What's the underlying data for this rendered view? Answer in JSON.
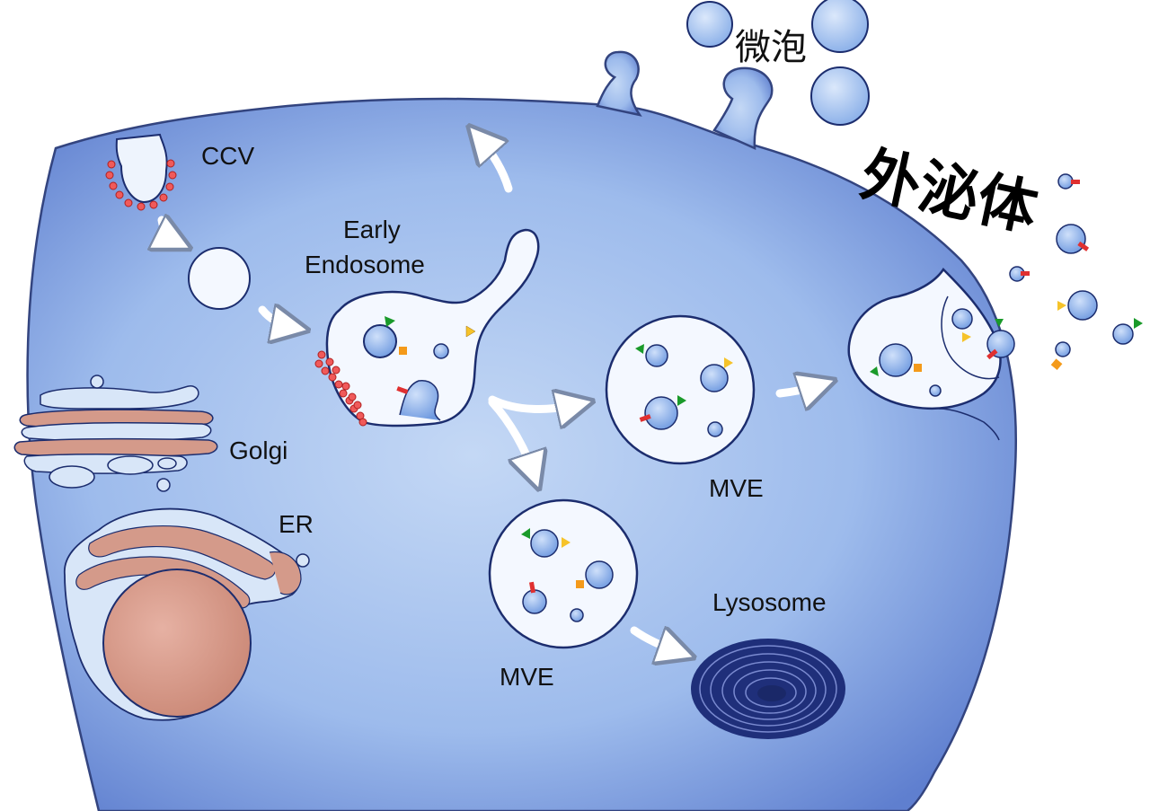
{
  "labels": {
    "ccv": "CCV",
    "early_endosome_line1": "Early",
    "early_endosome_line2": "Endosome",
    "golgi": "Golgi",
    "er": "ER",
    "mve_right": "MVE",
    "mve_bottom": "MVE",
    "lysosome": "Lysosome",
    "microvesicles": "微泡",
    "exosomes": "外泌体"
  },
  "colors": {
    "cytoplasm": "#8fb0e6",
    "membrane": "#1c2d6e",
    "vesicle_fill": "#f4f8ff",
    "organelle_pink": "#d49a8a",
    "clathrin_red": "#f05a5a",
    "cargo_green": "#1a9a2a",
    "cargo_yellow": "#f6c32a",
    "cargo_orange": "#f49a1a",
    "marker_red": "#e03030",
    "lysosome_navy": "#1f2f7a"
  }
}
